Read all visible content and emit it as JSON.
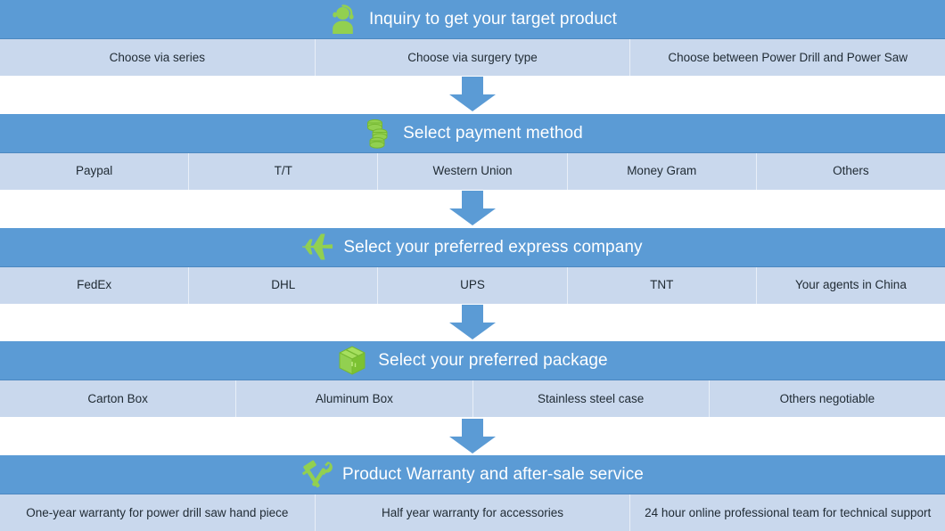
{
  "palette": {
    "header_blue": "#5B9BD5",
    "option_row_blue": "#C9D8ED",
    "icon_green": "#92D050",
    "icon_green_dark": "#76B832",
    "title_text": "#FFFFFF",
    "option_text": "#1F2A33",
    "arrow_blue": "#5B9BD5",
    "divider": "#E8EFF8",
    "page_background": "#FFFFFF"
  },
  "steps": [
    {
      "id": "inquiry",
      "icon": "customer-service-person-icon",
      "title": "Inquiry to get your target product",
      "options": [
        "Choose via series",
        "Choose via surgery type",
        "Choose  between Power Drill and Power Saw"
      ]
    },
    {
      "id": "payment",
      "icon": "stacked-coins-icon",
      "title": "Select payment method",
      "options": [
        "Paypal",
        "T/T",
        "Western Union",
        "Money Gram",
        "Others"
      ]
    },
    {
      "id": "express",
      "icon": "airplane-icon",
      "title": "Select your preferred express company",
      "options": [
        "FedEx",
        "DHL",
        "UPS",
        "TNT",
        "Your agents in China"
      ]
    },
    {
      "id": "package",
      "icon": "package-box-icon",
      "title": "Select your preferred package",
      "options": [
        "Carton Box",
        "Aluminum Box",
        "Stainless steel case",
        "Others negotiable"
      ]
    },
    {
      "id": "warranty",
      "icon": "hammer-wrench-icon",
      "title": "Product Warranty and after-sale service",
      "options": [
        "One-year warranty for power drill saw hand piece",
        "Half year warranty for accessories",
        "24 hour online professional team for technical support"
      ]
    }
  ],
  "connectors": [
    {
      "icon": "arrow-down-icon"
    },
    {
      "icon": "arrow-down-icon"
    },
    {
      "icon": "arrow-down-icon"
    },
    {
      "icon": "arrow-down-icon"
    }
  ]
}
